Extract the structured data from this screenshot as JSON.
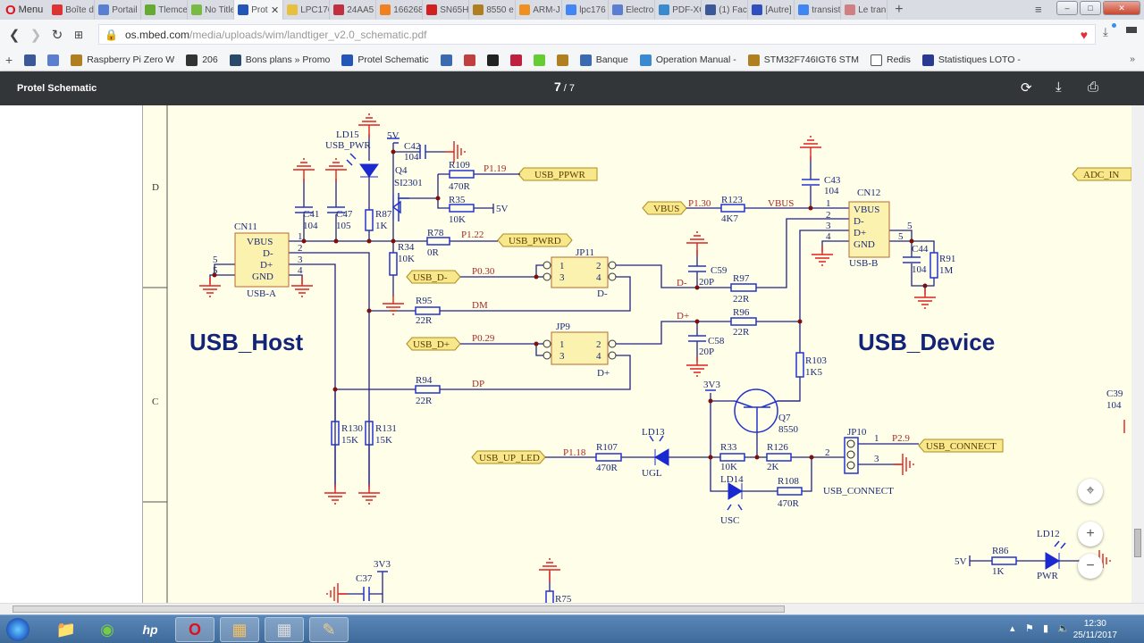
{
  "browser": {
    "menu_label": "Menu",
    "tabs": [
      {
        "label": "Boîte d",
        "color": "#d33"
      },
      {
        "label": "Portail",
        "color": "#5a7fd0"
      },
      {
        "label": "Tlemce",
        "color": "#6a3"
      },
      {
        "label": "No Title",
        "color": "#7b4"
      },
      {
        "label": "Prot",
        "color": "#2456b8",
        "active": true
      },
      {
        "label": "LPC176",
        "color": "#e8c040"
      },
      {
        "label": "24AA5",
        "color": "#c03040"
      },
      {
        "label": "166268",
        "color": "#f08020"
      },
      {
        "label": "SN65H",
        "color": "#d02020"
      },
      {
        "label": "8550 e",
        "color": "#b08020"
      },
      {
        "label": "ARM-J",
        "color": "#f09020"
      },
      {
        "label": "lpc176",
        "color": "#4285f4"
      },
      {
        "label": "Electro",
        "color": "#5a7fd0"
      },
      {
        "label": "PDF-XC",
        "color": "#3a8ad0"
      },
      {
        "label": "(1) Face",
        "color": "#3b5998"
      },
      {
        "label": "[Autre]",
        "color": "#3050c0"
      },
      {
        "label": "transist",
        "color": "#4285f4"
      },
      {
        "label": "Le tran",
        "color": "#d08080"
      }
    ],
    "url_domain": "os.mbed.com",
    "url_path": "/media/uploads/wim/landtiger_v2.0_schematic.pdf",
    "bookmarks": [
      {
        "label": "",
        "color": "#3b5998"
      },
      {
        "label": "",
        "color": "#5a7fd0"
      },
      {
        "label": "Raspberry Pi Zero W",
        "color": "#b08020"
      },
      {
        "label": "206",
        "color": "#333"
      },
      {
        "label": "Bons plans » Promo",
        "color": "#2a4a6a"
      },
      {
        "label": "Protel Schematic",
        "color": "#2456b8"
      },
      {
        "label": "",
        "color": "#3a6ab0"
      },
      {
        "label": "",
        "color": "#c04040"
      },
      {
        "label": "",
        "color": "#222"
      },
      {
        "label": "",
        "color": "#c02040"
      },
      {
        "label": "",
        "color": "#6c3"
      },
      {
        "label": "",
        "color": "#b08020"
      },
      {
        "label": "Banque",
        "color": "#3a6ab0"
      },
      {
        "label": "Operation Manual -",
        "color": "#3a8ad0"
      },
      {
        "label": "STM32F746IGT6 STM",
        "color": "#b08020"
      },
      {
        "label": "Redis",
        "color": "#fff"
      },
      {
        "label": "Statistiques LOTO -",
        "color": "#2a3a90"
      }
    ]
  },
  "pdf": {
    "title": "Protel Schematic",
    "current_page": "7",
    "total_pages": "/ 7",
    "icons": [
      "rotate-icon",
      "download-icon",
      "print-icon"
    ]
  },
  "schematic": {
    "frame": {
      "row_d": "D",
      "row_c": "C"
    },
    "titles": {
      "host": "USB_Host",
      "device": "USB_Device"
    },
    "parts": {
      "LD15": [
        "LD15",
        "USB_PWR"
      ],
      "Q4": [
        "Q4",
        "SI2301"
      ],
      "C42": [
        "C42",
        "104"
      ],
      "R109": [
        "R109",
        "470R"
      ],
      "R35": [
        "R35",
        "10K"
      ],
      "C41": [
        "C41",
        "104"
      ],
      "C47": [
        "C47",
        "105"
      ],
      "R87": [
        "R87",
        "1K"
      ],
      "CN11": [
        "CN11",
        "USB-A"
      ],
      "R78": [
        "R78",
        "0R"
      ],
      "R34": [
        "R34",
        "10K"
      ],
      "JP11": [
        "JP11",
        "D-"
      ],
      "R95": [
        "R95",
        "22R"
      ],
      "JP9": [
        "JP9",
        "D+"
      ],
      "R94": [
        "R94",
        "22R"
      ],
      "R130": [
        "R130",
        "15K"
      ],
      "R131": [
        "R131",
        "15K"
      ],
      "C43": [
        "C43",
        "104"
      ],
      "CN12": [
        "CN12",
        "USB-B"
      ],
      "R123": [
        "R123",
        "4K7"
      ],
      "C44": [
        "C44",
        "104"
      ],
      "R91": [
        "R91",
        "1M"
      ],
      "C59": [
        "C59",
        "20P"
      ],
      "R97": [
        "R97",
        "22R"
      ],
      "R96": [
        "R96",
        "22R"
      ],
      "C58": [
        "C58",
        "20P"
      ],
      "R103": [
        "R103",
        "1K5"
      ],
      "C39": [
        "C39",
        "104"
      ],
      "Q7": [
        "Q7",
        "8550"
      ],
      "LD13": [
        "LD13",
        "UGL"
      ],
      "R107": [
        "R107",
        "470R"
      ],
      "R33": [
        "R33",
        "10K"
      ],
      "R126": [
        "R126",
        "2K"
      ],
      "LD14": [
        "LD14",
        "USC"
      ],
      "R108": [
        "R108",
        "470R"
      ],
      "JP10": [
        "JP10",
        "USB_CONNECT"
      ],
      "LD12": [
        "LD12",
        "PWR"
      ],
      "R86": [
        "R86",
        "1K"
      ],
      "C37": [
        "C37"
      ],
      "R75": [
        "R75"
      ]
    },
    "usb_pins": [
      "VBUS",
      "D-",
      "D+",
      "GND"
    ],
    "pins": [
      "1",
      "2",
      "3",
      "4",
      "5"
    ],
    "power": {
      "v5": "5V",
      "v33": "3V3"
    },
    "nets": {
      "usb_ppwr": "USB_PPWR",
      "p1_19": "P1.19",
      "usb_pwrd": "USB_PWRD",
      "p1_22": "P1.22",
      "usb_dm": "USB_D-",
      "p0_30": "P0.30",
      "usb_dp": "USB_D+",
      "p0_29": "P0.29",
      "dm": "DM",
      "dp": "DP",
      "vbus": "VBUS",
      "p1_30": "P1.30",
      "vbus_net": "VBUS",
      "dminus": "D-",
      "dplus": "D+",
      "adc_in": "ADC_IN",
      "usb_up_led": "USB_UP_LED",
      "p1_18": "P1.18",
      "p2_9": "P2.9",
      "usb_connect": "USB_CONNECT"
    }
  },
  "viewer_controls": [
    "fit-page-icon",
    "zoom-in-icon",
    "zoom-out-icon"
  ],
  "taskbar": {
    "time": "12:30",
    "date": "25/11/2017"
  }
}
